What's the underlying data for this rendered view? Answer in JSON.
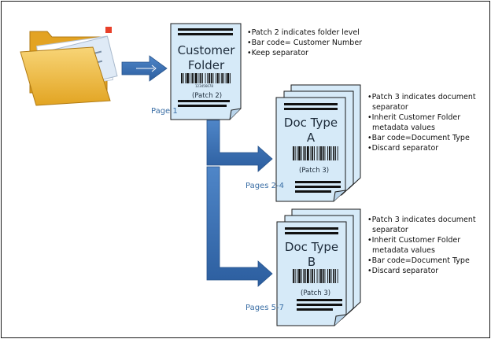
{
  "page1": {
    "title_line1": "Customer",
    "title_line2": "Folder",
    "barcode_number": "123456678",
    "patch": "(Patch 2)",
    "page_label": "Page 1",
    "notes": [
      "Patch 2 indicates folder level",
      "Bar code= Customer Number",
      "Keep separator"
    ]
  },
  "docA": {
    "title_line1": "Doc Type",
    "title_line2": "A",
    "patch": "(Patch 3)",
    "page_label": "Pages 2-4",
    "notes": [
      "Patch 3 indicates document separator",
      "Inherit Customer Folder metadata values",
      "Bar code=Document Type",
      "Discard separator"
    ]
  },
  "docB": {
    "title_line1": "Doc Type",
    "title_line2": "B",
    "patch": "(Patch 3)",
    "page_label": "Pages 5-7",
    "notes": [
      "Patch 3 indicates document separator",
      "Inherit Customer Folder metadata values",
      "Bar code=Document Type",
      "Discard separator"
    ]
  },
  "colors": {
    "page_fill": "#d6eaf8",
    "arrow_fill": "#3a70b5",
    "folder_fill": "#f2be40",
    "page_label": "#3a6ea5"
  },
  "icons": [
    "folder-icon",
    "barcode-icon"
  ]
}
